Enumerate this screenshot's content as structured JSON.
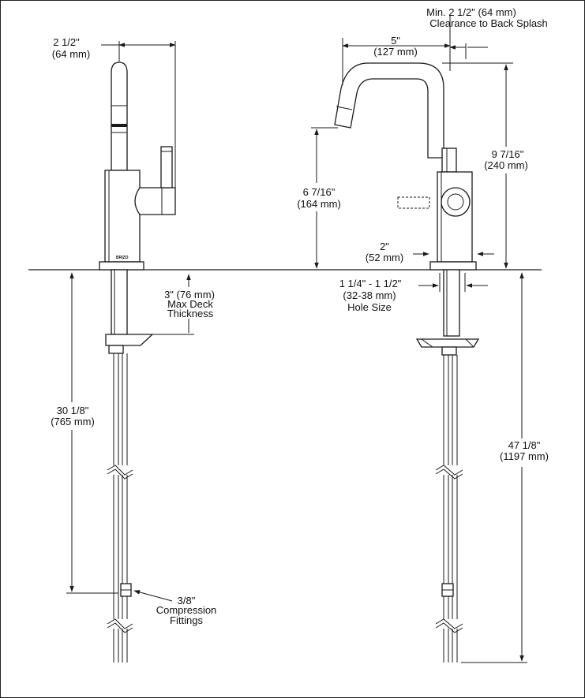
{
  "left_view": {
    "width_label": "2 1/2\"",
    "width_label_mm": "(64 mm)",
    "deck_label_1": "3\" (76 mm)",
    "deck_label_2": "Max Deck",
    "deck_label_3": "Thickness",
    "supply_length": "30 1/8\"",
    "supply_length_mm": "(765 mm)",
    "fitting_label_1": "3/8\"",
    "fitting_label_2": "Compression",
    "fitting_label_3": "Fittings",
    "logo_text": "BRIZO"
  },
  "right_view": {
    "clearance_1": "Min. 2 1/2\" (64 mm)",
    "clearance_2": "Clearance to Back Splash",
    "reach": "5\"",
    "reach_mm": "(127 mm)",
    "height": "9 7/16\"",
    "height_mm": "(240 mm)",
    "spout_height": "6 7/16\"",
    "spout_height_mm": "(164 mm)",
    "base": "2\"",
    "base_mm": "(52 mm)",
    "hole_1": "1 1/4\" - 1 1/2\"",
    "hole_2": "(32-38 mm)",
    "hole_3": "Hole Size",
    "supply_length": "47 1/8\"",
    "supply_length_mm": "(1197 mm)"
  }
}
